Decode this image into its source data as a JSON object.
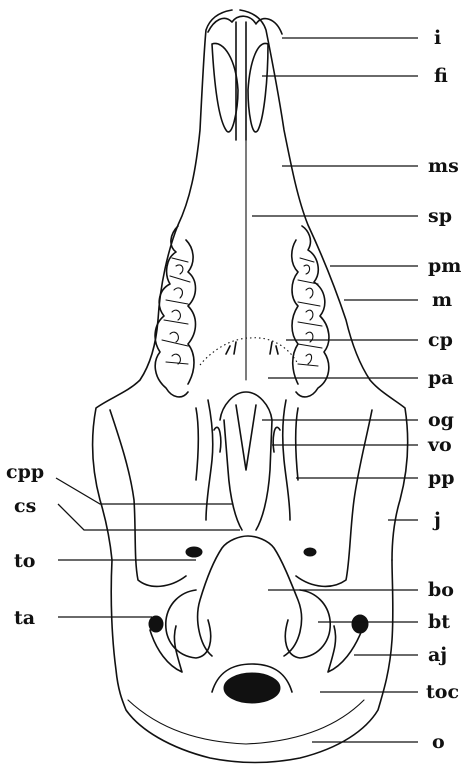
{
  "labels": {
    "i": "i",
    "fi": "fi",
    "ms": "ms",
    "sp": "sp",
    "pm": "pm",
    "m": "m",
    "cp": "cp",
    "pa": "pa",
    "og": "og",
    "vo": "vo",
    "pp": "pp",
    "j": "j",
    "bo": "bo",
    "bt": "bt",
    "aj": "aj",
    "toc": "toc",
    "o": "o",
    "cpp": "cpp",
    "cs": "cs",
    "to": "to",
    "ta": "ta"
  }
}
